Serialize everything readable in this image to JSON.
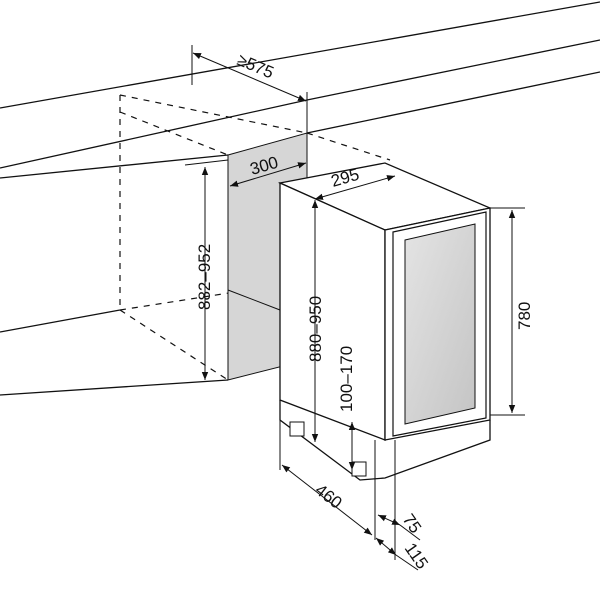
{
  "diagram": {
    "dimensions": {
      "counter_depth": "≥575",
      "niche_gap": "300",
      "appliance_depth": "295",
      "niche_height": "882–952",
      "appliance_height_adjustable": "880–950",
      "plinth_height": "100–170",
      "door_height": "780",
      "body_depth": "460",
      "door_offset": "75",
      "total_offset": "115"
    },
    "colors": {
      "line": "#111111",
      "panel": "#d6d6d6",
      "glass": "#cfcfcf"
    }
  }
}
